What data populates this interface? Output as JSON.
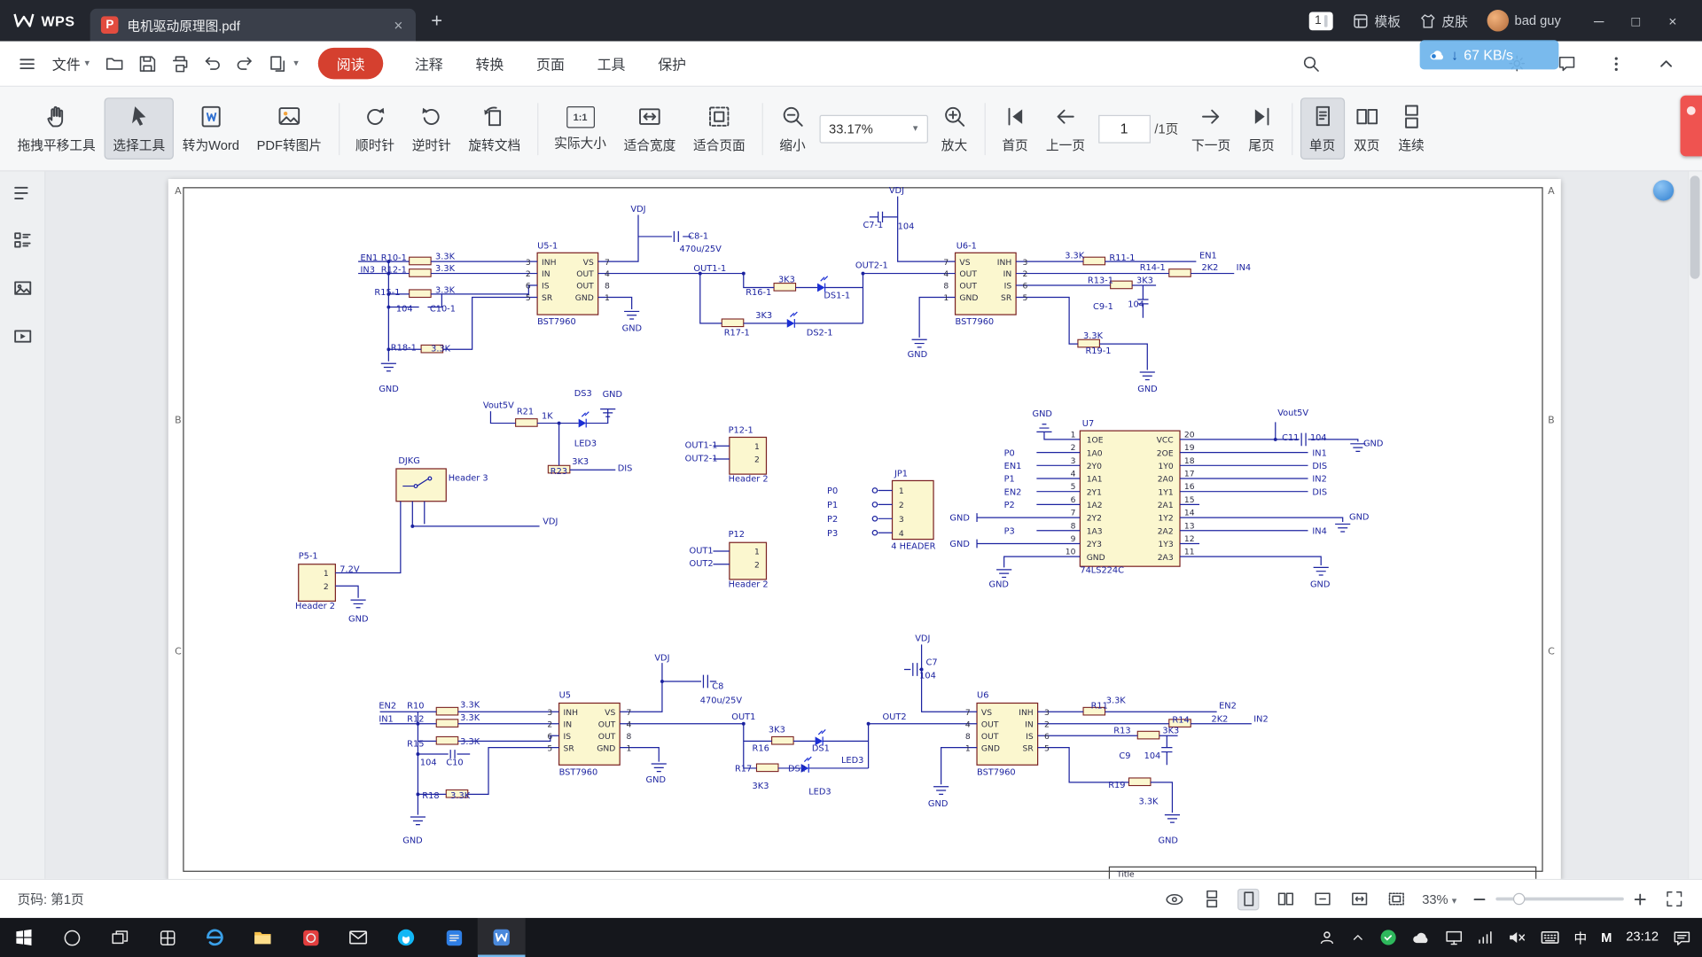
{
  "titlebar": {
    "app": "WPS",
    "tab_title": "电机驱动原理图.pdf",
    "pdf_badge": "P",
    "tab_close": "×",
    "new_tab": "+",
    "window_badge": "1",
    "template": "模板",
    "skin": "皮肤",
    "user": "bad guy",
    "minimize": "─",
    "maximize": "□",
    "close": "×"
  },
  "overlay": {
    "arrow": "↓",
    "speed": "67 KB/s"
  },
  "menubar": {
    "file": "文件",
    "file_caret": "▾",
    "read": "阅读",
    "tabs": [
      "注释",
      "转换",
      "页面",
      "工具",
      "保护"
    ]
  },
  "toolbar": {
    "items": [
      "拖拽平移工具",
      "选择工具",
      "转为Word",
      "PDF转图片",
      "顺时针",
      "逆时针",
      "旋转文档",
      "实际大小",
      "适合宽度",
      "适合页面",
      "缩小",
      "放大",
      "首页",
      "上一页",
      "下一页",
      "尾页",
      "单页",
      "双页",
      "连续"
    ],
    "zoom_value": "33.17%",
    "zoom_caret": "▾",
    "page_current": "1",
    "page_suffix": "/1页",
    "icon_actual_size": "1:1"
  },
  "statusbar": {
    "page_info": "页码: 第1页",
    "zoom": "33%",
    "zoom_caret": "▾"
  },
  "taskbar": {
    "ime": "中",
    "m": "M",
    "time": "23:12"
  },
  "schematic": {
    "labels": [
      [
        "VDJ",
        426,
        30
      ],
      [
        "C8-1",
        479,
        55
      ],
      [
        "470u/25V",
        471,
        67
      ],
      [
        "U5-1",
        340,
        64
      ],
      [
        "3",
        334,
        79,
        "d",
        "e"
      ],
      [
        "2",
        334,
        90,
        "d",
        "e"
      ],
      [
        "6",
        334,
        101,
        "d",
        "e"
      ],
      [
        "5",
        334,
        112,
        "d",
        "e"
      ],
      [
        "7",
        402,
        79,
        "d"
      ],
      [
        "4",
        402,
        90,
        "d"
      ],
      [
        "8",
        402,
        101,
        "d"
      ],
      [
        "1",
        402,
        112,
        "d"
      ],
      [
        "INH",
        344,
        79,
        "d"
      ],
      [
        "VS",
        392,
        79,
        "d",
        "e"
      ],
      [
        "IN",
        344,
        90,
        "d"
      ],
      [
        "OUT",
        392,
        90,
        "d",
        "e"
      ],
      [
        "IS",
        344,
        101,
        "d"
      ],
      [
        "OUT",
        392,
        101,
        "d",
        "e"
      ],
      [
        "SR",
        344,
        112,
        "d"
      ],
      [
        "GND",
        392,
        112,
        "d",
        "e"
      ],
      [
        "BST7960",
        340,
        134
      ],
      [
        "EN1",
        177,
        75
      ],
      [
        "IN3",
        177,
        86
      ],
      [
        "R10-1",
        196,
        75
      ],
      [
        "3.3K",
        246,
        74
      ],
      [
        "R12-1",
        196,
        86
      ],
      [
        "3.3K",
        246,
        85
      ],
      [
        "R15-1",
        190,
        107
      ],
      [
        "3.3K",
        246,
        105
      ],
      [
        "104",
        210,
        122
      ],
      [
        "C10-1",
        241,
        122
      ],
      [
        "R18-1",
        205,
        158
      ],
      [
        "3.3K",
        242,
        159
      ],
      [
        "GND",
        194,
        196
      ],
      [
        "OUT1-1",
        484,
        85
      ],
      [
        "GND",
        418,
        140
      ],
      [
        "R16-1",
        532,
        107
      ],
      [
        "3K3",
        562,
        95
      ],
      [
        "R17-1",
        512,
        144
      ],
      [
        "3K3",
        541,
        128
      ],
      [
        "DS1-1",
        604,
        110
      ],
      [
        "DS2-1",
        588,
        144
      ],
      [
        "VDJ",
        664,
        13
      ],
      [
        "C7-1",
        640,
        45
      ],
      [
        "104",
        672,
        46
      ],
      [
        "U6-1",
        726,
        64
      ],
      [
        "7",
        719,
        79,
        "d",
        "e"
      ],
      [
        "4",
        719,
        90,
        "d",
        "e"
      ],
      [
        "8",
        719,
        101,
        "d",
        "e"
      ],
      [
        "1",
        719,
        112,
        "d",
        "e"
      ],
      [
        "3",
        787,
        79,
        "d"
      ],
      [
        "2",
        787,
        90,
        "d"
      ],
      [
        "6",
        787,
        101,
        "d"
      ],
      [
        "5",
        787,
        112,
        "d"
      ],
      [
        "VS",
        729,
        79,
        "d"
      ],
      [
        "INH",
        777,
        79,
        "d",
        "e"
      ],
      [
        "OUT",
        729,
        90,
        "d"
      ],
      [
        "IN",
        777,
        90,
        "d",
        "e"
      ],
      [
        "OUT",
        729,
        101,
        "d"
      ],
      [
        "IS",
        777,
        101,
        "d",
        "e"
      ],
      [
        "GND",
        729,
        112,
        "d"
      ],
      [
        "SR",
        777,
        112,
        "d",
        "e"
      ],
      [
        "BST7960",
        725,
        134
      ],
      [
        "OUT2-1",
        633,
        82
      ],
      [
        "3.3K",
        826,
        73
      ],
      [
        "R11-1",
        867,
        75
      ],
      [
        "R13-1",
        847,
        96
      ],
      [
        "3K3",
        892,
        96
      ],
      [
        "R14-1",
        895,
        84
      ],
      [
        "2K2",
        952,
        84
      ],
      [
        "EN1",
        950,
        73
      ],
      [
        "IN4",
        984,
        84
      ],
      [
        "C9-1",
        852,
        120
      ],
      [
        "104",
        884,
        118
      ],
      [
        "3.3K",
        843,
        147
      ],
      [
        "R19-1",
        845,
        161
      ],
      [
        "GND",
        681,
        164
      ],
      [
        "GND",
        893,
        196
      ],
      [
        "DS3",
        374,
        200
      ],
      [
        "GND",
        400,
        201
      ],
      [
        "Vout5V",
        290,
        211
      ],
      [
        "R21",
        321,
        217
      ],
      [
        "1K",
        344,
        221
      ],
      [
        "LED3",
        374,
        246
      ],
      [
        "R23",
        352,
        272
      ],
      [
        "3K3",
        372,
        263
      ],
      [
        "DIS",
        414,
        269
      ],
      [
        "DJKG",
        212,
        262
      ],
      [
        "Header 3",
        258,
        278
      ],
      [
        "VDJ",
        345,
        318
      ],
      [
        "P5-1",
        120,
        350
      ],
      [
        "7.2V",
        158,
        362
      ],
      [
        "1",
        143,
        366,
        "d"
      ],
      [
        "2",
        143,
        378,
        "d"
      ],
      [
        "Header 2",
        117,
        396
      ],
      [
        "GND",
        166,
        408
      ],
      [
        "P12-1",
        516,
        234
      ],
      [
        "OUT1-1",
        476,
        248
      ],
      [
        "OUT2-1",
        476,
        260
      ],
      [
        "1",
        540,
        249,
        "d"
      ],
      [
        "2",
        540,
        261,
        "d"
      ],
      [
        "Header 2",
        516,
        279
      ],
      [
        "P12",
        516,
        330
      ],
      [
        "OUT1",
        480,
        345
      ],
      [
        "OUT2",
        480,
        357
      ],
      [
        "1",
        540,
        346,
        "d"
      ],
      [
        "2",
        540,
        358,
        "d"
      ],
      [
        "Header 2",
        516,
        376
      ],
      [
        "JP1",
        669,
        274
      ],
      [
        "1",
        673,
        290,
        "d"
      ],
      [
        "2",
        673,
        303,
        "d"
      ],
      [
        "3",
        673,
        316,
        "d"
      ],
      [
        "4",
        673,
        329,
        "d"
      ],
      [
        "P0",
        607,
        290
      ],
      [
        "P1",
        607,
        303
      ],
      [
        "P2",
        607,
        316
      ],
      [
        "P3",
        607,
        329
      ],
      [
        "4 HEADER",
        666,
        341
      ],
      [
        "U7",
        842,
        228
      ],
      [
        "1",
        836,
        238,
        "d",
        "e"
      ],
      [
        "2",
        836,
        250,
        "d",
        "e"
      ],
      [
        "3",
        836,
        262,
        "d",
        "e"
      ],
      [
        "4",
        836,
        274,
        "d",
        "e"
      ],
      [
        "5",
        836,
        286,
        "d",
        "e"
      ],
      [
        "6",
        836,
        298,
        "d",
        "e"
      ],
      [
        "7",
        836,
        310,
        "d",
        "e"
      ],
      [
        "8",
        836,
        322,
        "d",
        "e"
      ],
      [
        "9",
        836,
        334,
        "d",
        "e"
      ],
      [
        "10",
        836,
        346,
        "d",
        "e"
      ],
      [
        "20",
        936,
        238,
        "d"
      ],
      [
        "19",
        936,
        250,
        "d"
      ],
      [
        "18",
        936,
        262,
        "d"
      ],
      [
        "17",
        936,
        274,
        "d"
      ],
      [
        "16",
        936,
        286,
        "d"
      ],
      [
        "15",
        936,
        298,
        "d"
      ],
      [
        "14",
        936,
        310,
        "d"
      ],
      [
        "13",
        936,
        322,
        "d"
      ],
      [
        "12",
        936,
        334,
        "d"
      ],
      [
        "11",
        936,
        346,
        "d"
      ],
      [
        "1OE",
        846,
        243,
        "d"
      ],
      [
        "1A0",
        846,
        255,
        "d"
      ],
      [
        "2Y0",
        846,
        267,
        "d"
      ],
      [
        "1A1",
        846,
        279,
        "d"
      ],
      [
        "2Y1",
        846,
        291,
        "d"
      ],
      [
        "1A2",
        846,
        303,
        "d"
      ],
      [
        "2Y2",
        846,
        315,
        "d"
      ],
      [
        "1A3",
        846,
        327,
        "d"
      ],
      [
        "2Y3",
        846,
        339,
        "d"
      ],
      [
        "GND",
        846,
        351,
        "d"
      ],
      [
        "VCC",
        926,
        243,
        "d",
        "e"
      ],
      [
        "2OE",
        926,
        255,
        "d",
        "e"
      ],
      [
        "1Y0",
        926,
        267,
        "d",
        "e"
      ],
      [
        "2A0",
        926,
        279,
        "d",
        "e"
      ],
      [
        "1Y1",
        926,
        291,
        "d",
        "e"
      ],
      [
        "2A1",
        926,
        303,
        "d",
        "e"
      ],
      [
        "1Y2",
        926,
        315,
        "d",
        "e"
      ],
      [
        "2A2",
        926,
        327,
        "d",
        "e"
      ],
      [
        "1Y3",
        926,
        339,
        "d",
        "e"
      ],
      [
        "2A3",
        926,
        351,
        "d",
        "e"
      ],
      [
        "74LS224C",
        840,
        363
      ],
      [
        "GND",
        796,
        219
      ],
      [
        "P0",
        770,
        255
      ],
      [
        "EN1",
        770,
        267
      ],
      [
        "P1",
        770,
        279
      ],
      [
        "EN2",
        770,
        291
      ],
      [
        "P2",
        770,
        303
      ],
      [
        "GND",
        720,
        315
      ],
      [
        "P3",
        770,
        327
      ],
      [
        "GND",
        720,
        339
      ],
      [
        "GND",
        756,
        376
      ],
      [
        "Vout5V",
        1022,
        218
      ],
      [
        "C11",
        1026,
        241
      ],
      [
        "104",
        1052,
        241
      ],
      [
        "GND",
        1101,
        246
      ],
      [
        "IN1",
        1054,
        255
      ],
      [
        "DIS",
        1054,
        267
      ],
      [
        "IN2",
        1054,
        279
      ],
      [
        "DIS",
        1054,
        291
      ],
      [
        "GND",
        1088,
        314
      ],
      [
        "IN4",
        1054,
        327
      ],
      [
        "GND",
        1052,
        376
      ],
      [
        "EN2",
        194,
        488
      ],
      [
        "IN1",
        194,
        500
      ],
      [
        "R10",
        220,
        488
      ],
      [
        "R12",
        220,
        500
      ],
      [
        "3.3K",
        269,
        487
      ],
      [
        "3.3K",
        269,
        499
      ],
      [
        "R15",
        220,
        523
      ],
      [
        "3.3K",
        269,
        521
      ],
      [
        "104",
        232,
        540
      ],
      [
        "C10",
        256,
        540
      ],
      [
        "R18",
        234,
        571
      ],
      [
        "3.3K",
        260,
        571
      ],
      [
        "GND",
        216,
        612
      ],
      [
        "U5",
        360,
        478
      ],
      [
        "3",
        354,
        494,
        "d",
        "e"
      ],
      [
        "2",
        354,
        505,
        "d",
        "e"
      ],
      [
        "6",
        354,
        516,
        "d",
        "e"
      ],
      [
        "5",
        354,
        527,
        "d",
        "e"
      ],
      [
        "7",
        422,
        494,
        "d"
      ],
      [
        "4",
        422,
        505,
        "d"
      ],
      [
        "8",
        422,
        516,
        "d"
      ],
      [
        "1",
        422,
        527,
        "d"
      ],
      [
        "INH",
        364,
        494,
        "d"
      ],
      [
        "VS",
        412,
        494,
        "d",
        "e"
      ],
      [
        "IN",
        364,
        505,
        "d"
      ],
      [
        "OUT",
        412,
        505,
        "d",
        "e"
      ],
      [
        "IS",
        364,
        516,
        "d"
      ],
      [
        "OUT",
        412,
        516,
        "d",
        "e"
      ],
      [
        "SR",
        364,
        527,
        "d"
      ],
      [
        "GND",
        412,
        527,
        "d",
        "e"
      ],
      [
        "BST7960",
        360,
        549
      ],
      [
        "VDJ",
        448,
        444
      ],
      [
        "C8",
        501,
        470
      ],
      [
        "470u/25V",
        490,
        483
      ],
      [
        "OUT1",
        519,
        498
      ],
      [
        "GND",
        440,
        556
      ],
      [
        "R16",
        538,
        527
      ],
      [
        "3K3",
        553,
        510
      ],
      [
        "R17",
        522,
        546
      ],
      [
        "3K3",
        538,
        562
      ],
      [
        "DS1",
        593,
        527
      ],
      [
        "DS2",
        571,
        546
      ],
      [
        "LED3",
        620,
        538
      ],
      [
        "LED3",
        590,
        567
      ],
      [
        "U6",
        745,
        478
      ],
      [
        "7",
        739,
        494,
        "d",
        "e"
      ],
      [
        "4",
        739,
        505,
        "d",
        "e"
      ],
      [
        "8",
        739,
        516,
        "d",
        "e"
      ],
      [
        "1",
        739,
        527,
        "d",
        "e"
      ],
      [
        "3",
        807,
        494,
        "d"
      ],
      [
        "2",
        807,
        505,
        "d"
      ],
      [
        "6",
        807,
        516,
        "d"
      ],
      [
        "5",
        807,
        527,
        "d"
      ],
      [
        "VS",
        749,
        494,
        "d"
      ],
      [
        "INH",
        797,
        494,
        "d",
        "e"
      ],
      [
        "OUT",
        749,
        505,
        "d"
      ],
      [
        "IN",
        797,
        505,
        "d",
        "e"
      ],
      [
        "OUT",
        749,
        516,
        "d"
      ],
      [
        "IS",
        797,
        516,
        "d",
        "e"
      ],
      [
        "GND",
        749,
        527,
        "d"
      ],
      [
        "SR",
        797,
        527,
        "d",
        "e"
      ],
      [
        "BST7960",
        745,
        549
      ],
      [
        "OUT2",
        658,
        498
      ],
      [
        "VDJ",
        688,
        426
      ],
      [
        "C7",
        698,
        448
      ],
      [
        "104",
        692,
        460
      ],
      [
        "R11",
        850,
        488
      ],
      [
        "3.3K",
        864,
        483
      ],
      [
        "R13",
        871,
        511
      ],
      [
        "3K3",
        916,
        511
      ],
      [
        "R14",
        925,
        501
      ],
      [
        "2K2",
        961,
        500
      ],
      [
        "EN2",
        968,
        488
      ],
      [
        "IN2",
        1000,
        500
      ],
      [
        "C9",
        876,
        534
      ],
      [
        "104",
        899,
        534
      ],
      [
        "R19",
        866,
        561
      ],
      [
        "3.3K",
        894,
        576
      ],
      [
        "GND",
        700,
        578
      ],
      [
        "GND",
        912,
        612
      ],
      [
        "Title",
        874,
        643,
        "d"
      ],
      [
        "A",
        6,
        14,
        "z"
      ],
      [
        "B",
        6,
        225,
        "z"
      ],
      [
        "C",
        6,
        438,
        "z"
      ],
      [
        "A",
        1271,
        14,
        "z"
      ],
      [
        "B",
        1271,
        225,
        "z"
      ],
      [
        "C",
        1271,
        438,
        "z"
      ]
    ]
  }
}
